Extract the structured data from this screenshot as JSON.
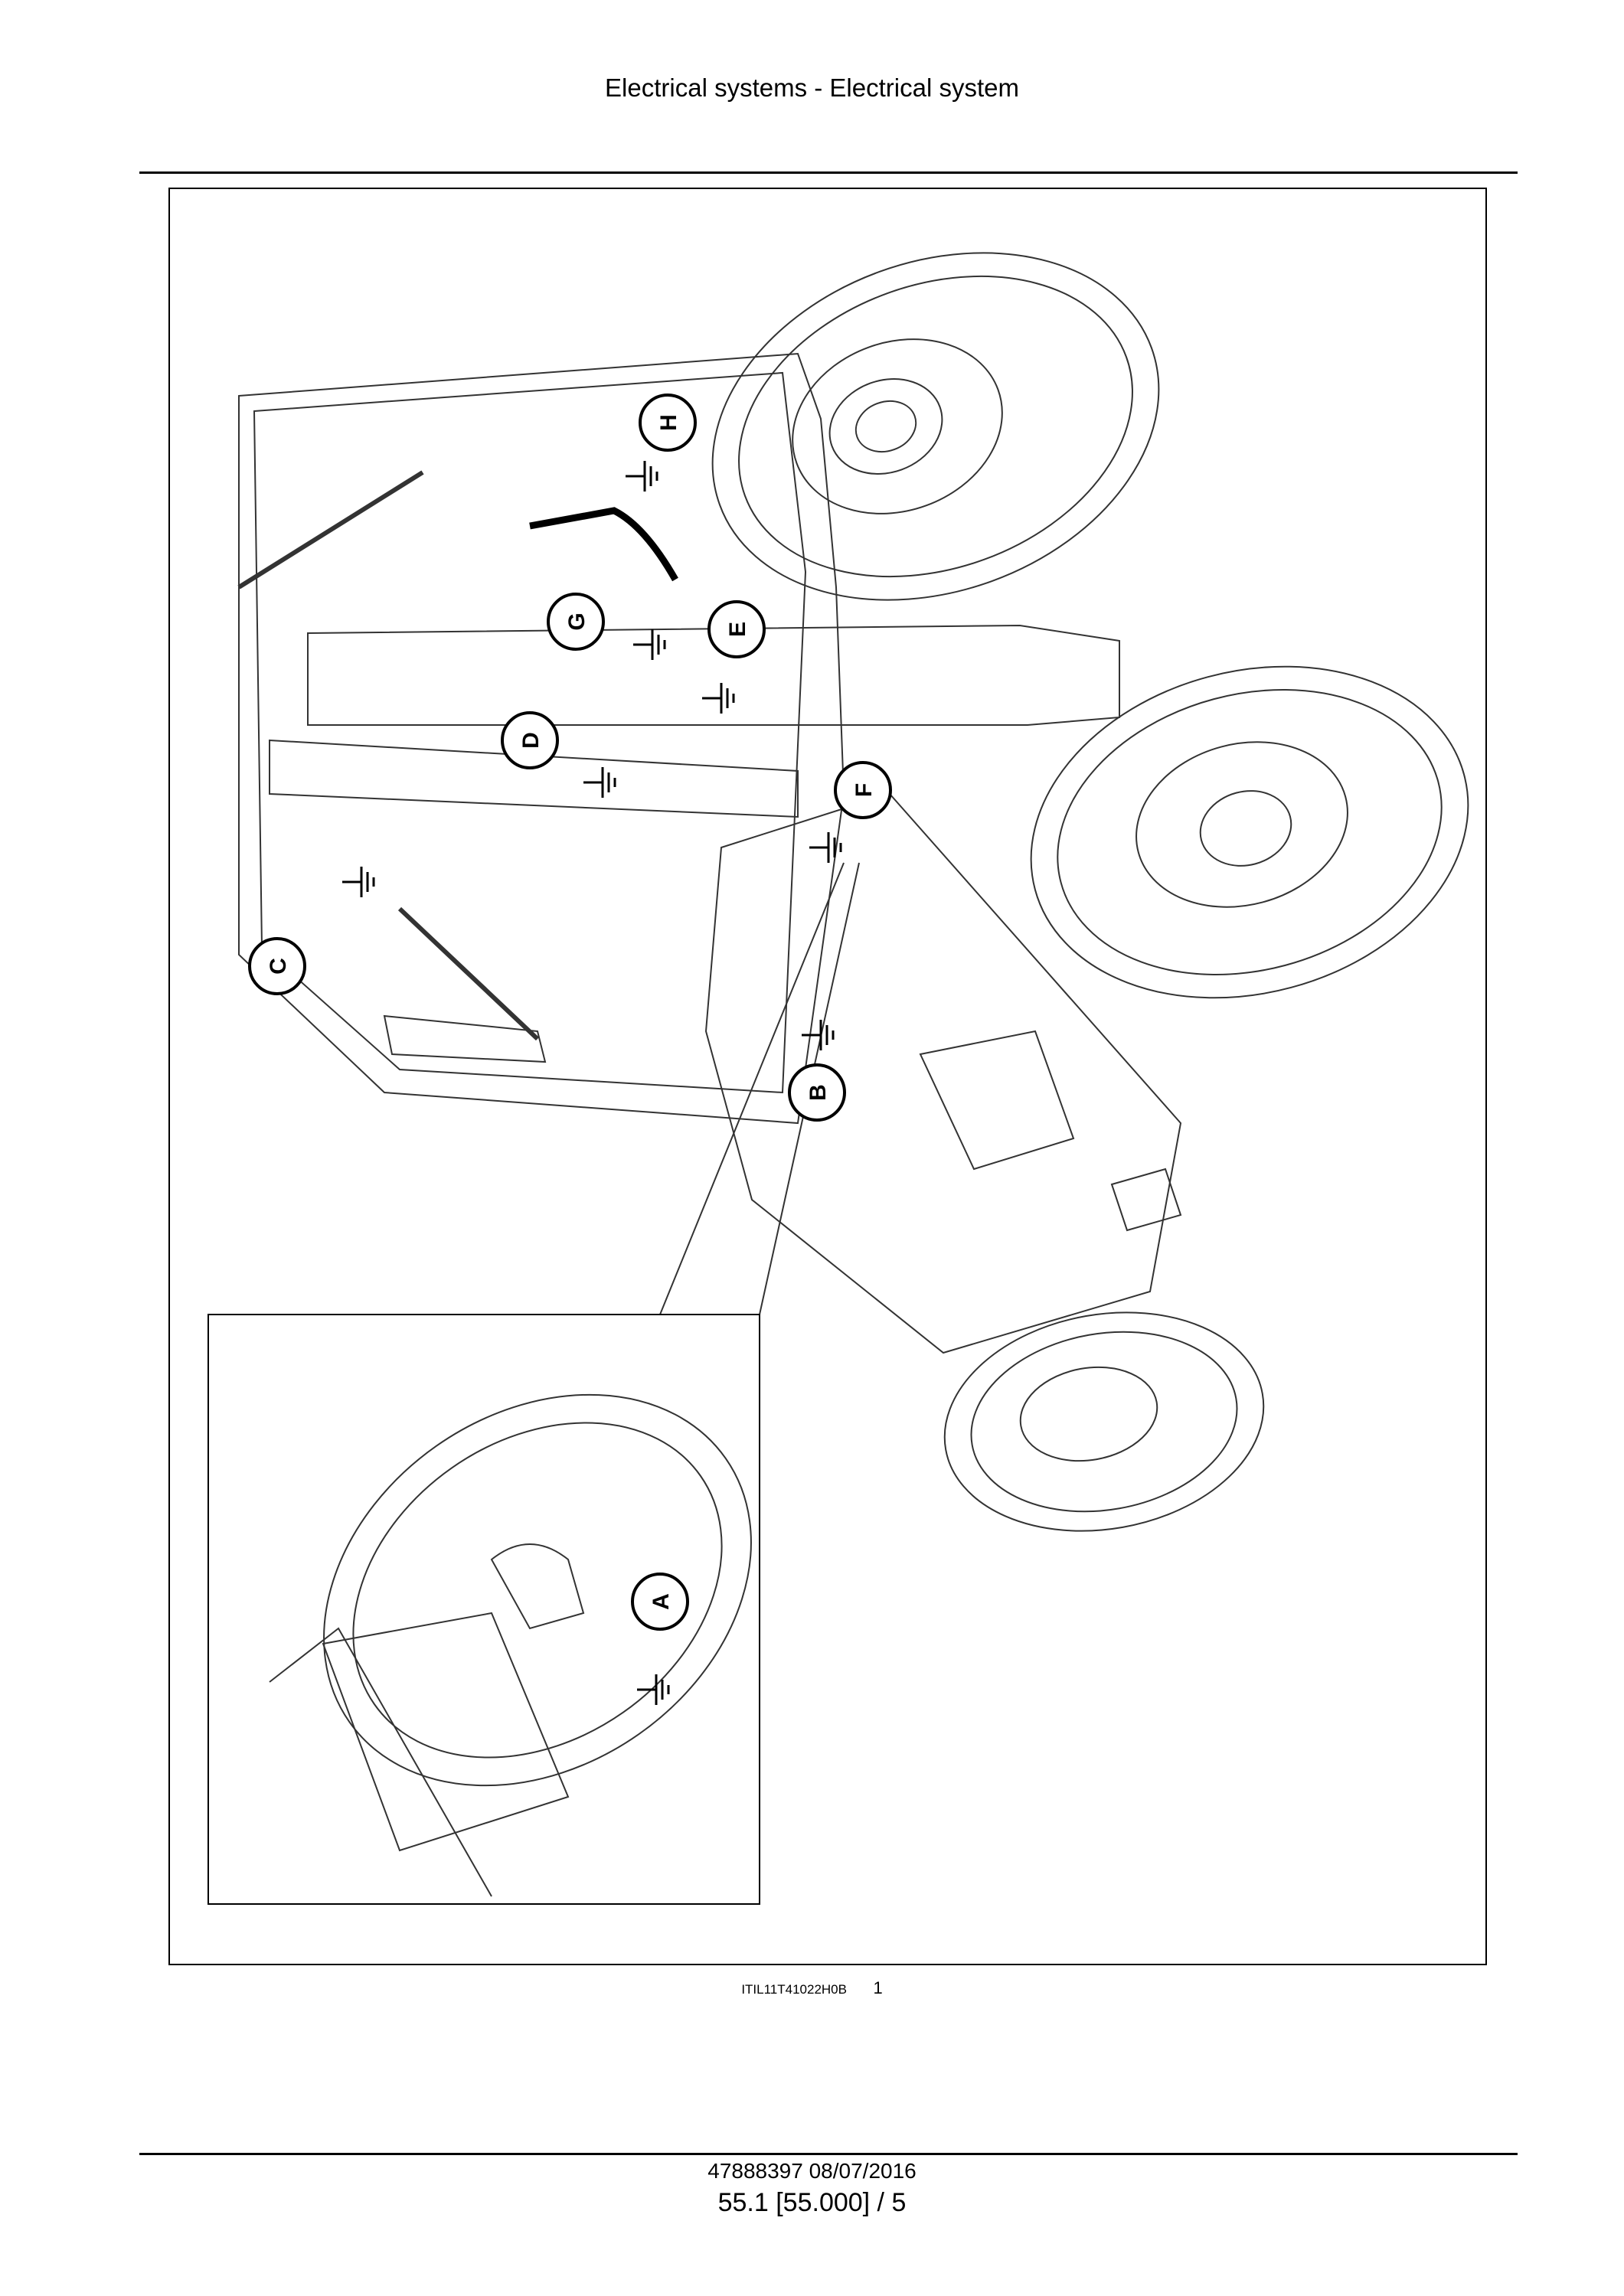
{
  "header": {
    "title": "Electrical systems - Electrical system"
  },
  "figure": {
    "callouts": [
      "A",
      "B",
      "C",
      "D",
      "E",
      "F",
      "G",
      "H"
    ],
    "caption_code": "ITIL11T41022H0B",
    "caption_number": "1"
  },
  "footer": {
    "doc": "47888397 08/07/2016",
    "page": "55.1 [55.000] / 5"
  }
}
